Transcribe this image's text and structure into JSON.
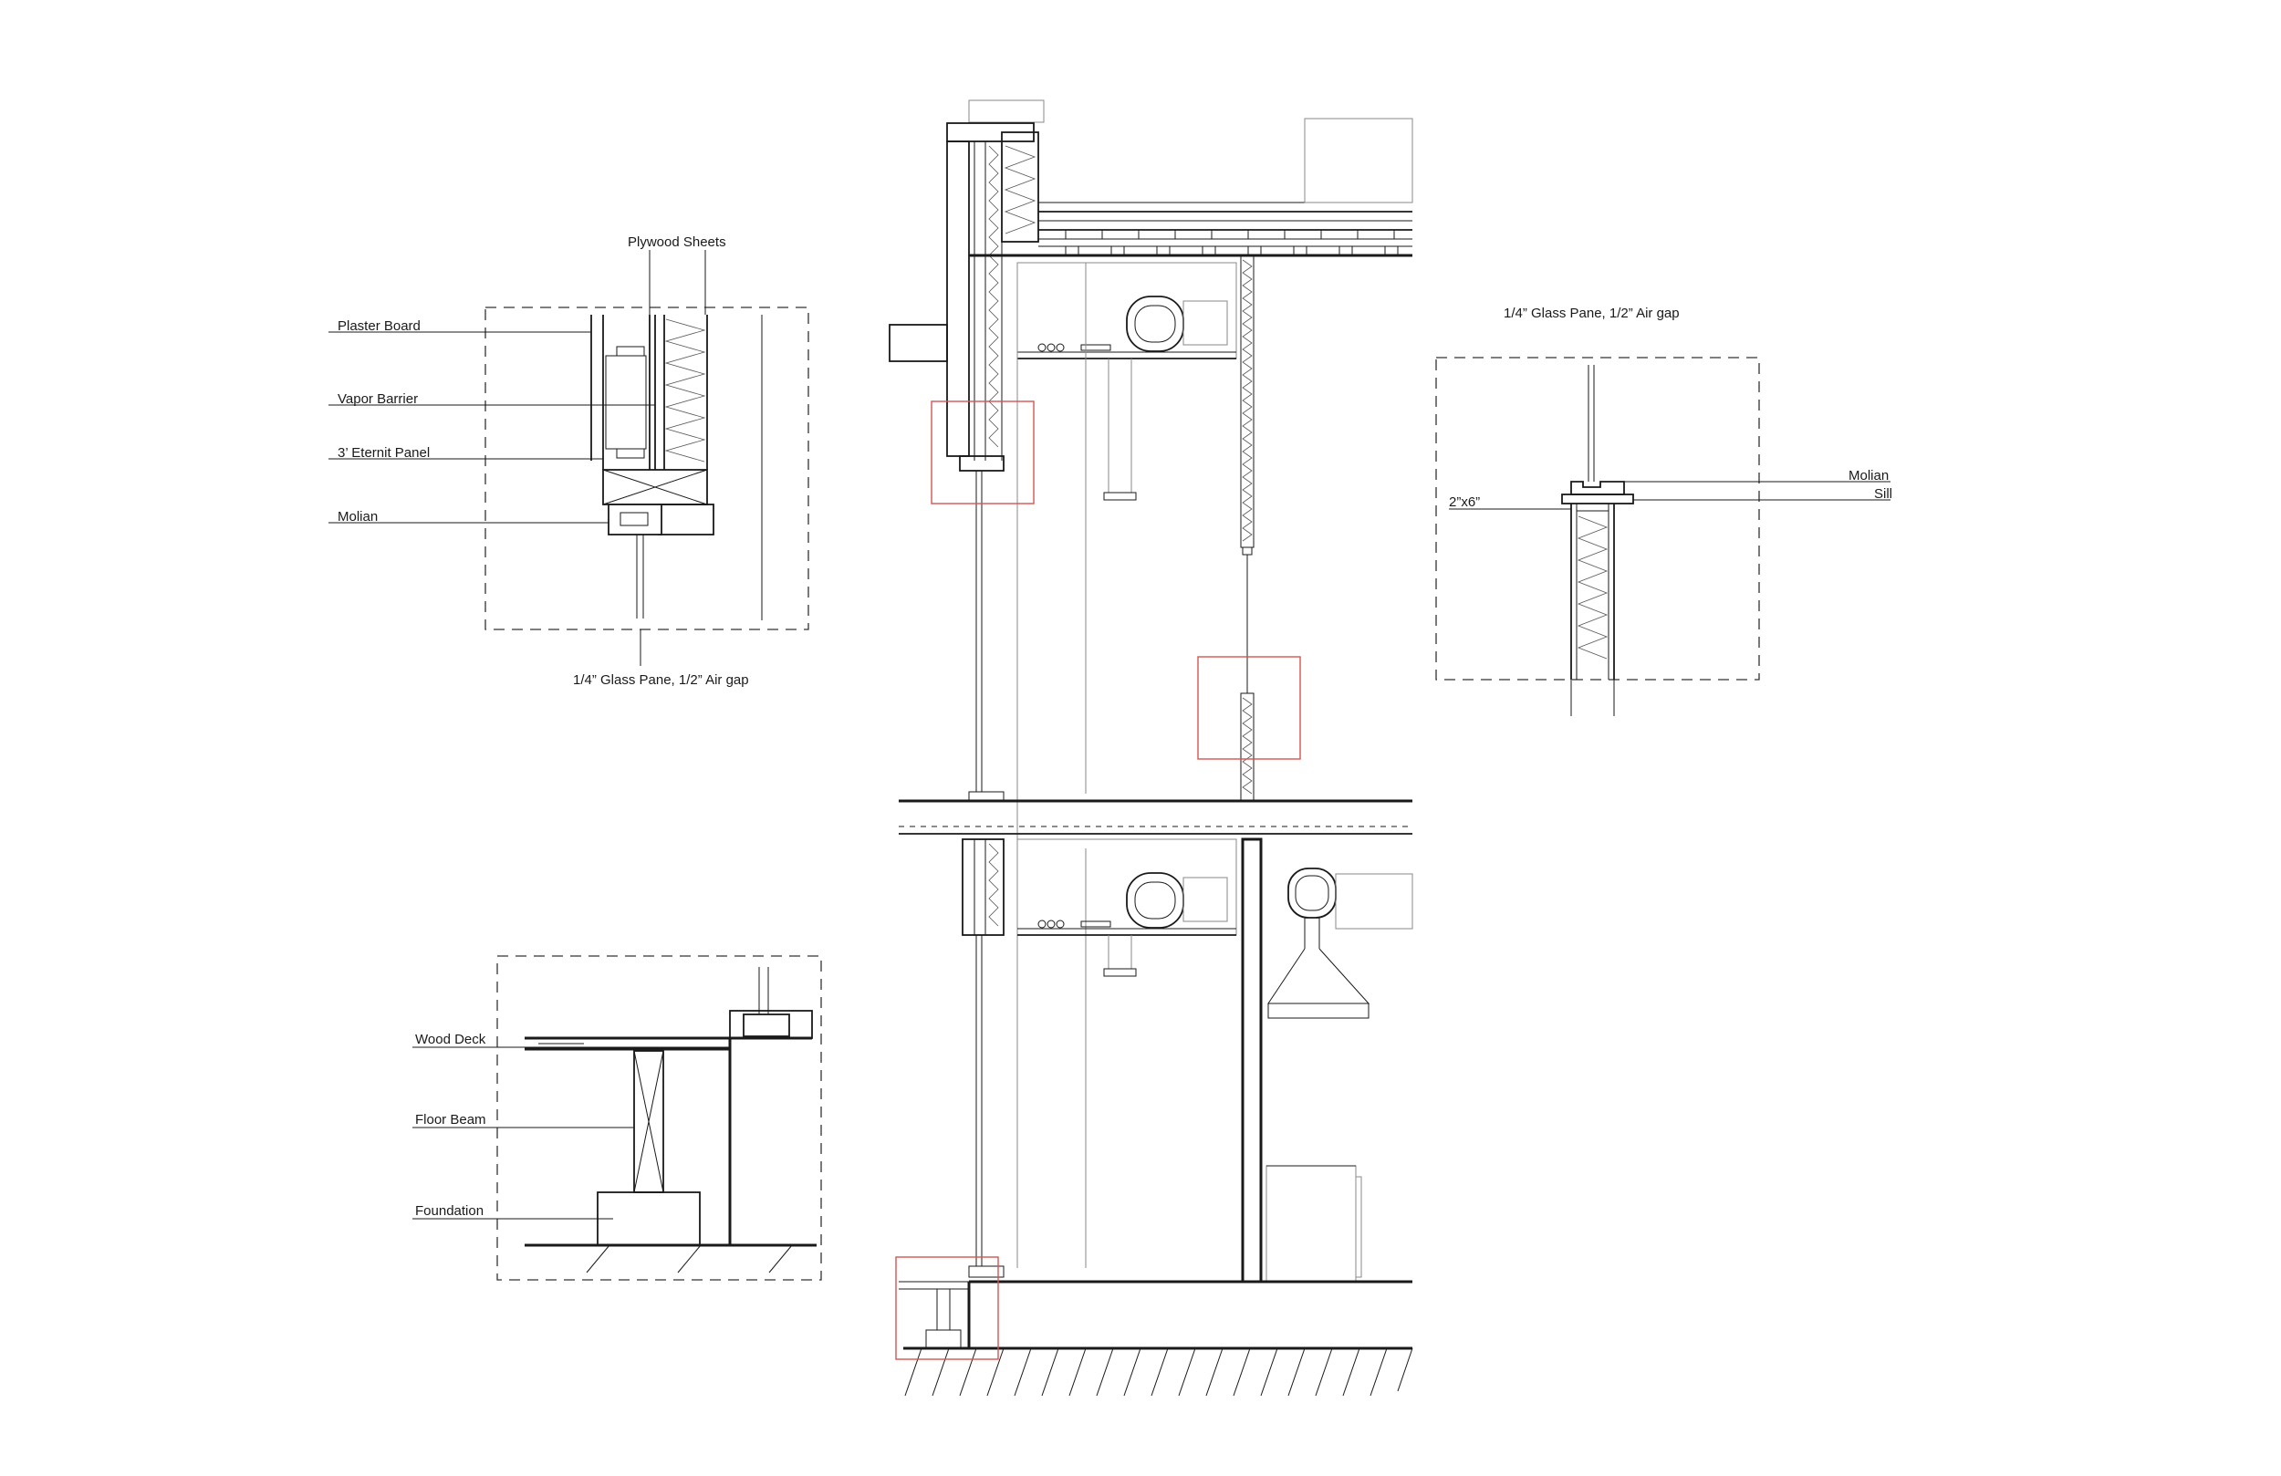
{
  "detail_wall": {
    "labels": {
      "plywood": "Plywood Sheets",
      "plaster": "Plaster Board",
      "vapor": "Vapor Barrier",
      "eternit": "3’ Eternit Panel",
      "molian": "Molian",
      "glass": "1/4” Glass Pane, 1/2” Air gap"
    }
  },
  "detail_sill": {
    "labels": {
      "glass": "1/4” Glass Pane, 1/2” Air gap",
      "molian": "Molian",
      "sill": "Sill",
      "stud": "2”x6”"
    }
  },
  "detail_foundation": {
    "labels": {
      "deck": "Wood Deck",
      "beam": "Floor Beam",
      "foundation": "Foundation"
    }
  },
  "colors": {
    "line": "#1a1a1a",
    "callout": "#d9534f",
    "secondary": "#8a8a8a"
  }
}
